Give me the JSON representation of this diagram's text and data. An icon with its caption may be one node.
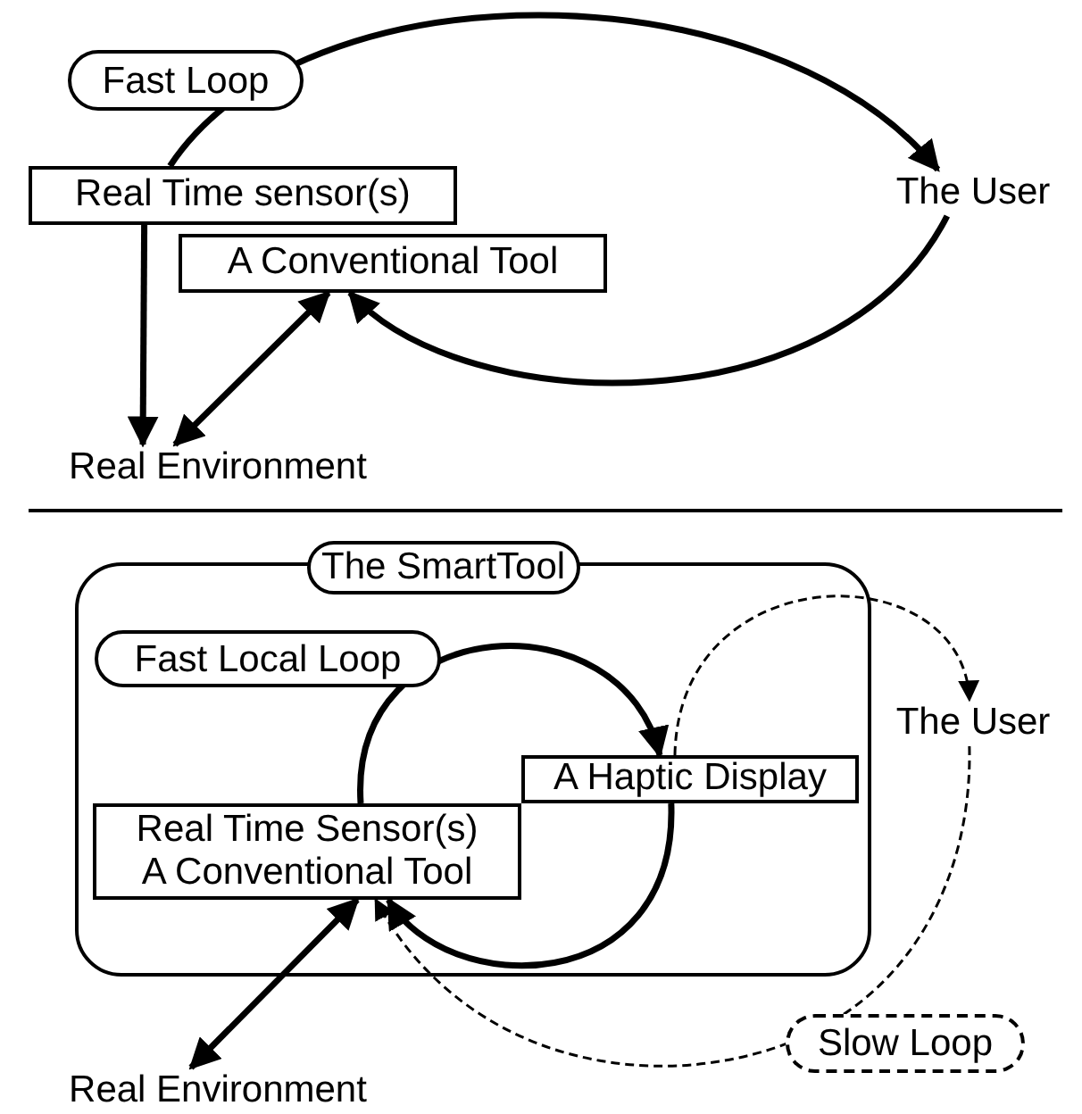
{
  "diagram": {
    "nodes": [
      {
        "text": [
          "Real Time sensor(s)"
        ]
      },
      {
        "text": [
          "A Conventional Tool"
        ]
      },
      {
        "text": [
          "The User"
        ]
      },
      {
        "text": [
          "Real Environment"
        ]
      },
      {
        "text": [
          "The SmartTool"
        ]
      },
      {
        "text": [
          "A Haptic Display"
        ],
        "in": 4
      },
      {
        "text": [
          "Real Time Sensor(s)",
          "A Conventional Tool"
        ],
        "in": 4
      },
      {
        "text": [
          "The User"
        ]
      },
      {
        "text": [
          "Real Environment"
        ]
      }
    ],
    "edges": [
      {
        "from": 0,
        "to": 2,
        "arrow": "to",
        "label": "Fast Loop"
      },
      {
        "from": 2,
        "to": 1,
        "arrow": "to"
      },
      {
        "from": 0,
        "to": 3,
        "arrow": "to"
      },
      {
        "from": 1,
        "to": 3,
        "arrow": "both"
      },
      {
        "from": 6,
        "to": 5,
        "arrow": "to",
        "label": "Fast Local Loop"
      },
      {
        "from": 5,
        "to": 6,
        "arrow": "to"
      },
      {
        "from": 5,
        "to": 7,
        "arrow": "to",
        "style": "dashed"
      },
      {
        "from": 7,
        "to": 6,
        "arrow": "to",
        "style": "dashed",
        "label": "Slow Loop"
      },
      {
        "from": 6,
        "to": 8,
        "arrow": "both"
      }
    ]
  }
}
